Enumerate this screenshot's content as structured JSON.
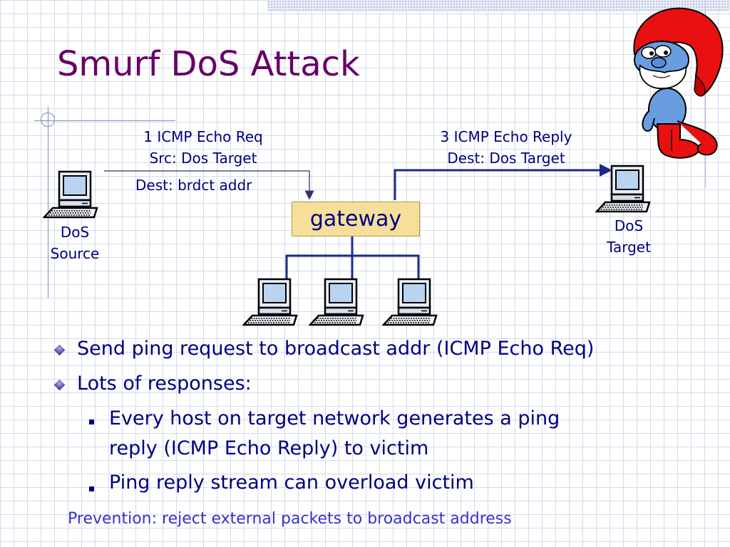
{
  "slide": {
    "title": "Smurf DoS Attack",
    "colors": {
      "title": "#660066",
      "text": "#000080",
      "prevention": "#3333cc",
      "gateway_fill": "#f5df9a",
      "link": "#1a2a8c"
    }
  },
  "diagram": {
    "request_label": [
      "1 ICMP Echo Req",
      "Src:  Dos Target",
      "Dest:  brdct addr"
    ],
    "reply_label": [
      "3 ICMP Echo Reply",
      "Dest:  Dos Target"
    ],
    "gateway": "gateway",
    "source_label": [
      "DoS",
      "Source"
    ],
    "target_label": [
      "DoS",
      "Target"
    ],
    "icons": [
      "computer-icon",
      "smurf-character"
    ]
  },
  "bullets": [
    {
      "text": "Send ping request to broadcast addr (ICMP Echo Req)"
    },
    {
      "text": "Lots of responses:"
    }
  ],
  "sub_bullets": [
    {
      "lines": [
        "Every host on target network generates a ping",
        "reply (ICMP Echo Reply) to victim"
      ]
    },
    {
      "lines": [
        "Ping reply stream can overload victim"
      ]
    }
  ],
  "footer": {
    "prevention": "Prevention: reject external packets to broadcast address"
  }
}
